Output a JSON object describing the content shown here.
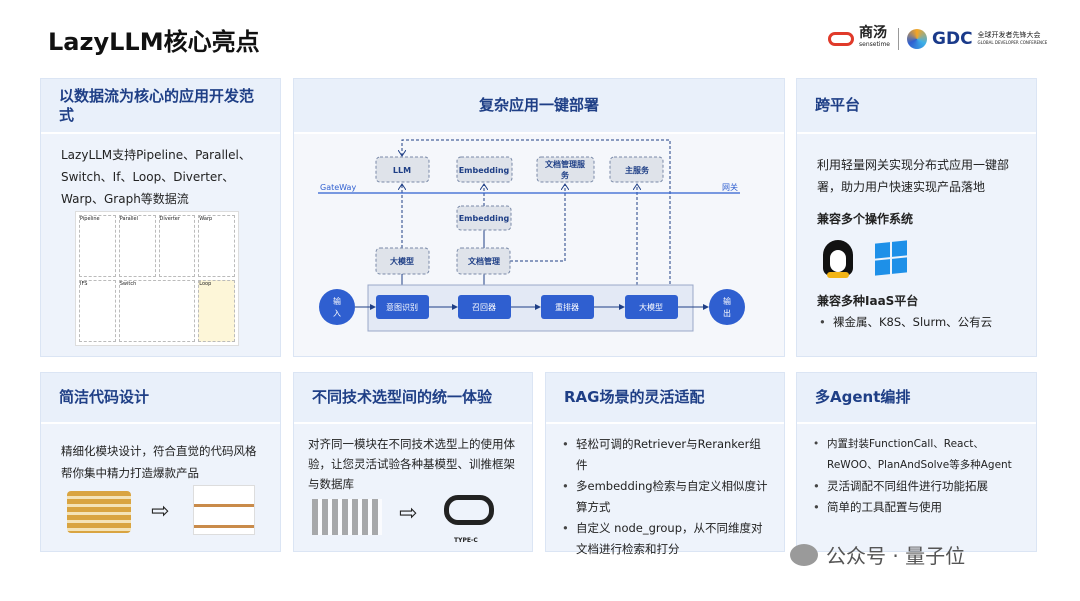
{
  "title": "LazyLLM核心亮点",
  "logos": {
    "sensetime": "商汤",
    "sensetime_en": "sensetime",
    "gdc": "GDC",
    "gdc_cn": "全球开发者先锋大会",
    "gdc_en": "GLOBAL DEVELOPER CONFERENCE"
  },
  "cards": {
    "dataflow": {
      "title": "以数据流为核心的应用开发范式",
      "text": "LazyLLM支持Pipeline、Parallel、Switch、If、Loop、Diverter、Warp、Graph等数据流",
      "thumb_labels": [
        "Pipeline",
        "Parallel",
        "Diverter",
        "Warp",
        "IFS",
        "Switch",
        "Loop"
      ]
    },
    "deploy": {
      "title": "复杂应用一键部署"
    },
    "platform": {
      "title": "跨平台",
      "text": "利用轻量网关实现分布式应用一键部署，助力用户快速实现产品落地",
      "os_title": "兼容多个操作系统",
      "os_icons": [
        "linux-icon",
        "windows-icon",
        "apple-icon"
      ],
      "iaas_title": "兼容多种IaaS平台",
      "iaas_items": [
        "裸金属、K8S、Slurm、公有云"
      ]
    },
    "code": {
      "title": "简洁代码设计",
      "text": "精细化模块设计，符合直觉的代码风格帮你集中精力打造爆款产品"
    },
    "unified": {
      "title": "不同技术选型间的统一体验",
      "text": "对齐同一模块在不同技术选型上的使用体验，让您灵活试验各种基模型、训推框架与数据库",
      "connector_label": "TYPE-C"
    },
    "rag": {
      "title": "RAG场景的灵活适配",
      "items": [
        "轻松可调的Retriever与Reranker组件",
        "多embedding检索与自定义相似度计算方式",
        "自定义 node_group，从不同维度对文档进行检索和打分"
      ]
    },
    "agent": {
      "title": "多Agent编排",
      "items": [
        "内置封装FunctionCall、React、ReWOO、PlanAndSolve等多种Agent",
        "灵活调配不同组件进行功能拓展",
        "简单的工具配置与使用"
      ]
    }
  },
  "diagram": {
    "gateway_left": "GateWay",
    "gateway_right": "网关",
    "services": [
      "LLM",
      "Embedding",
      "文档管理服",
      "务",
      "主服务"
    ],
    "middle": [
      "Embedding",
      "大模型",
      "文档管理"
    ],
    "pipeline": [
      "意图识别",
      "召回器",
      "重排器",
      "大模型"
    ],
    "input": [
      "输",
      "入"
    ],
    "output": [
      "输",
      "出"
    ]
  },
  "watermark": "公众号 · 量子位",
  "colors": {
    "accent": "#2f5fd0",
    "title_blue": "#1f3f86",
    "card_bg": "#eef3fb"
  }
}
